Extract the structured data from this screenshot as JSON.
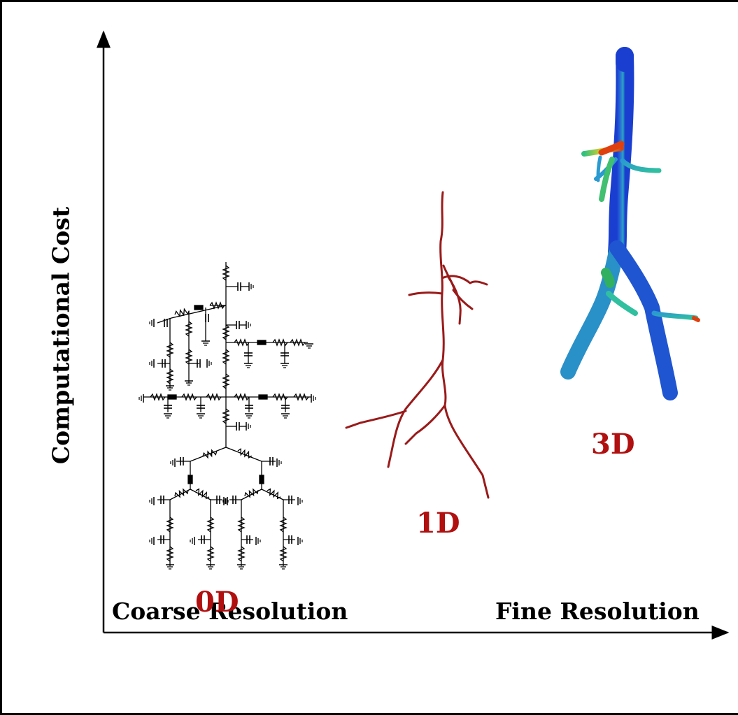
{
  "axes": {
    "y_label": "Computational Cost",
    "x_left_label": "Coarse Resolution",
    "x_right_label": "Fine Resolution"
  },
  "models": [
    {
      "id": "0d",
      "label": "0D",
      "depiction": "lumped-parameter circuit (resistors, capacitors, grounds)"
    },
    {
      "id": "1d",
      "label": "1D",
      "depiction": "vessel centerline tree"
    },
    {
      "id": "3d",
      "label": "3D",
      "depiction": "3D vessel geometry with colored field"
    }
  ],
  "colors": {
    "model_label": "#b01010",
    "centerline": "#9a1a1a",
    "axis": "#000000",
    "field_low": "#1a3fd0",
    "field_mid": "#2aa8c0",
    "field_high": "#e04010"
  }
}
